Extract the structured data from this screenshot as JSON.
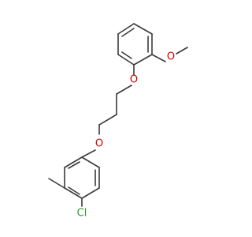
{
  "molecule": {
    "atoms": {
      "O_methoxy": {
        "symbol": "O",
        "color": "#d40000"
      },
      "O_upper": {
        "symbol": "O",
        "color": "#d40000"
      },
      "O_lower": {
        "symbol": "O",
        "color": "#d40000"
      },
      "Cl": {
        "symbol": "Cl",
        "color": "#2a9d2a"
      }
    },
    "bond_color": "#3a3a3a"
  }
}
